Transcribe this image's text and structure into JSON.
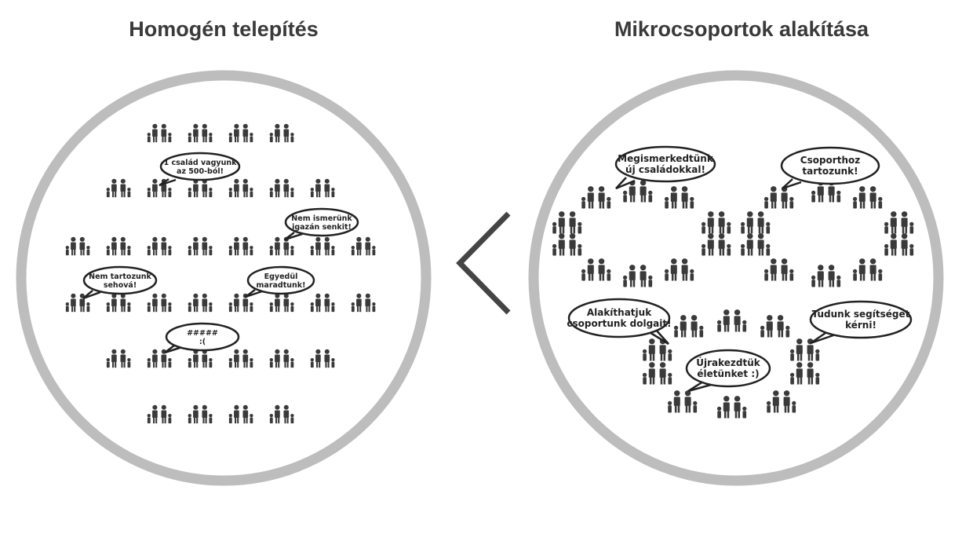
{
  "panels": {
    "left": {
      "title": "Homogén telepítés",
      "bubbles": [
        {
          "lines": [
            "1 család vagyunk",
            "az 500-ból!"
          ]
        },
        {
          "lines": [
            "Nem ismerünk",
            "igazán senkit!"
          ]
        },
        {
          "lines": [
            "Nem tartozunk",
            "sehová!"
          ]
        },
        {
          "lines": [
            "Egyedül",
            "maradtunk!"
          ]
        },
        {
          "lines": [
            "#####",
            ":("
          ]
        }
      ]
    },
    "right": {
      "title": "Mikrocsoportok alakítása",
      "bubbles": [
        {
          "lines": [
            "Megismerkedtünk",
            "új családokkal!"
          ]
        },
        {
          "lines": [
            "Csoporthoz",
            "tartozunk!"
          ]
        },
        {
          "lines": [
            "Alakíthatjuk",
            "csoportunk dolgait!"
          ]
        },
        {
          "lines": [
            "Tudunk segítséget",
            "kérni!"
          ]
        },
        {
          "lines": [
            "Újrakezdtük",
            "életünket :)"
          ]
        }
      ]
    }
  },
  "colors": {
    "ring": "#bdbdbd",
    "figure": "#3a3a3a",
    "arrow": "#444444",
    "title": "#3a3a3a"
  },
  "icons": {
    "family": "family-icon",
    "comparison": "chevron-left-icon"
  }
}
